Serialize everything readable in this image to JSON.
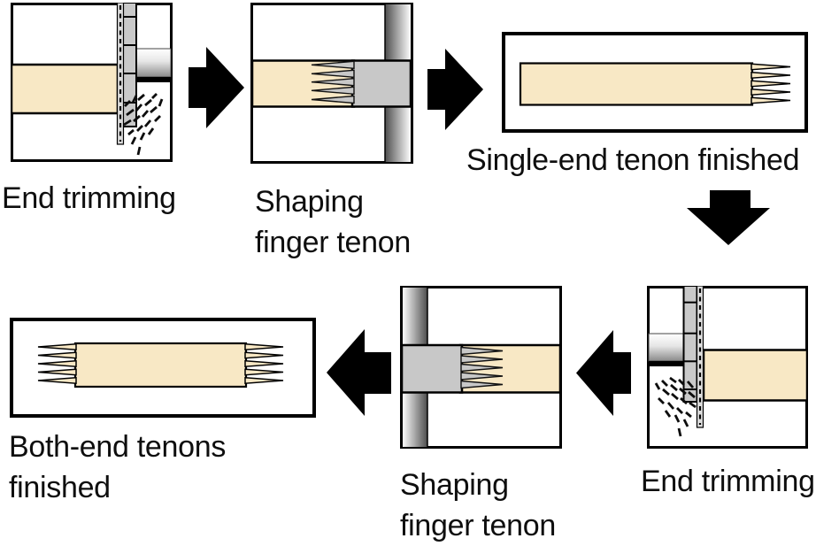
{
  "figure": {
    "name": "finger-tenon-machining-process",
    "description": "Process flow diagram of machining finger tenons on both ends of a wood piece",
    "background": "#ffffff"
  },
  "colors": {
    "wood": "#F8E8C5",
    "cutter_gray": "#C8C8C8",
    "blade_gray": "#DCDCDC",
    "arrow": "#000000",
    "outline": "#000000",
    "text": "#0e0e0e"
  },
  "steps": [
    {
      "name": "end-trimming-top",
      "label": "End trimming",
      "lines": [
        "End trimming"
      ]
    },
    {
      "name": "shaping-finger-tenon-top",
      "label": "Shaping finger tenon",
      "lines": [
        "Shaping",
        "finger tenon"
      ]
    },
    {
      "name": "single-end-tenon-finished",
      "label": "Single-end tenon finished",
      "lines": [
        "Single-end tenon finished"
      ]
    },
    {
      "name": "end-trimming-bottom",
      "label": "End trimming",
      "lines": [
        "End trimming"
      ]
    },
    {
      "name": "shaping-finger-tenon-bottom",
      "label": "Shaping finger tenon",
      "lines": [
        "Shaping",
        "finger tenon"
      ]
    },
    {
      "name": "both-end-tenons-finished",
      "label": "Both-end tenons finished",
      "lines": [
        "Both-end tenons",
        "finished"
      ]
    }
  ],
  "arrows": [
    {
      "name": "arrow-1",
      "direction": "right",
      "from": "End trimming",
      "to": "Shaping finger tenon"
    },
    {
      "name": "arrow-2",
      "direction": "right",
      "from": "Shaping finger tenon",
      "to": "Single-end tenon finished"
    },
    {
      "name": "arrow-3",
      "direction": "down",
      "from": "Single-end tenon finished",
      "to": "End trimming"
    },
    {
      "name": "arrow-4",
      "direction": "left",
      "from": "End trimming",
      "to": "Shaping finger tenon"
    },
    {
      "name": "arrow-5",
      "direction": "left",
      "from": "Shaping finger tenon",
      "to": "Both-end tenons finished"
    }
  ]
}
